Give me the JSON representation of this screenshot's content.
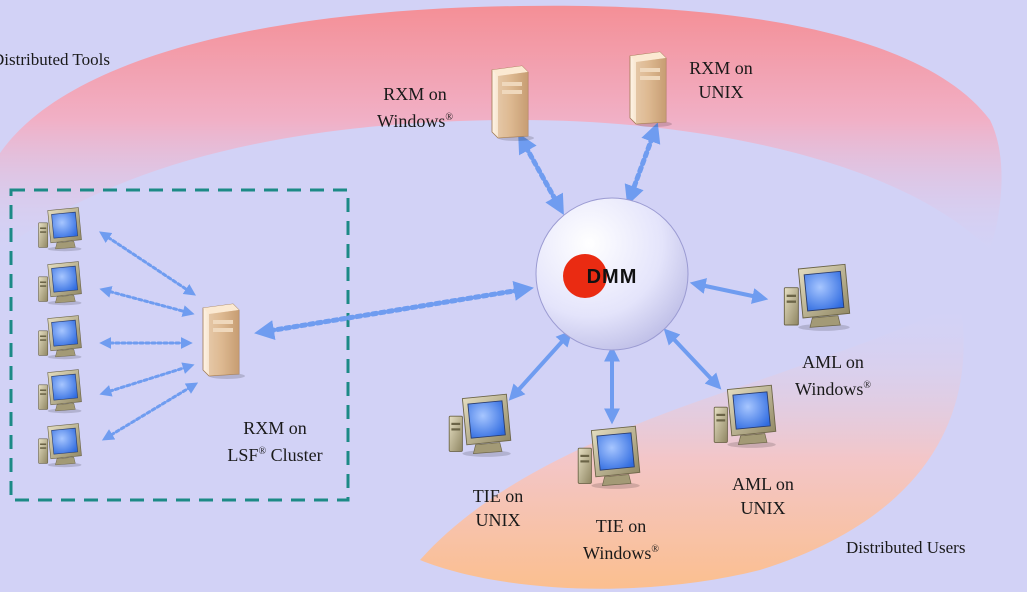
{
  "regions": {
    "tools_label": "Distributed Tools",
    "users_label": "Distributed Users"
  },
  "hub": {
    "label": "DMM"
  },
  "nodes": {
    "rxm_windows": {
      "line1": "RXM on",
      "line2": "Windows®"
    },
    "rxm_unix": {
      "line1": "RXM on",
      "line2": "UNIX"
    },
    "rxm_lsf": {
      "line1": "RXM on",
      "line2": "LSF® Cluster"
    },
    "aml_windows": {
      "line1": "AML on",
      "line2": "Windows®"
    },
    "aml_unix": {
      "line1": "AML on",
      "line2": "UNIX"
    },
    "tie_unix": {
      "line1": "TIE on",
      "line2": "UNIX"
    },
    "tie_windows": {
      "line1": "TIE on",
      "line2": "Windows®"
    }
  },
  "colors": {
    "background": "#d2d2f6",
    "tools_band": "#f39aa0",
    "users_band": "#f9c59a",
    "arrow": "#6f9cf0",
    "cluster_border": "#1c8a86",
    "hub_mark": "#ea2b12"
  }
}
